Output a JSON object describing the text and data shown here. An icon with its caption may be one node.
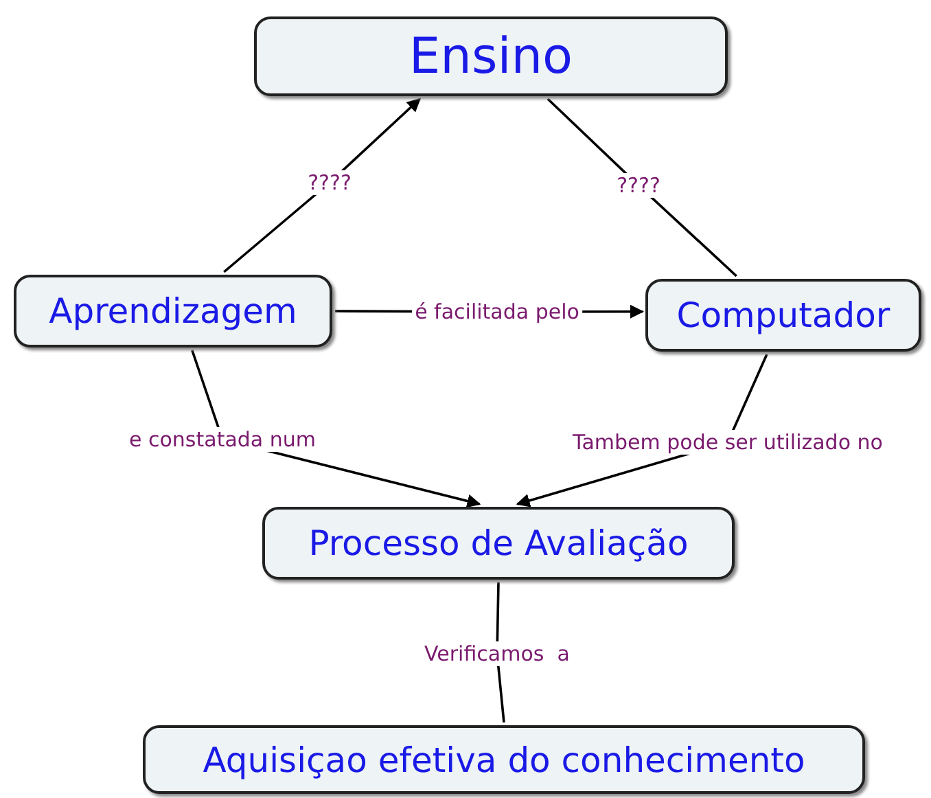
{
  "diagram": {
    "nodes": [
      {
        "text": [
          "Ensino"
        ]
      },
      {
        "text": [
          "Aprendizagem"
        ]
      },
      {
        "text": [
          "Computador"
        ]
      },
      {
        "text": [
          "Processo de Avaliação"
        ]
      },
      {
        "text": [
          "Aquisiçao efetiva do conhecimento"
        ]
      }
    ],
    "edges": [
      {
        "from": 1,
        "to": 0,
        "arrow": "to",
        "label": "????"
      },
      {
        "from": 0,
        "to": 2,
        "arrow": "none",
        "label": "????"
      },
      {
        "from": 1,
        "to": 2,
        "arrow": "to",
        "label": "é facilitada pelo"
      },
      {
        "from": 1,
        "to": 3,
        "arrow": "to",
        "label": "e constatada num"
      },
      {
        "from": 2,
        "to": 3,
        "arrow": "to",
        "label": "Tambem pode ser utilizado no"
      },
      {
        "from": 3,
        "to": 4,
        "arrow": "none",
        "label": "Verificamos  a"
      }
    ]
  }
}
